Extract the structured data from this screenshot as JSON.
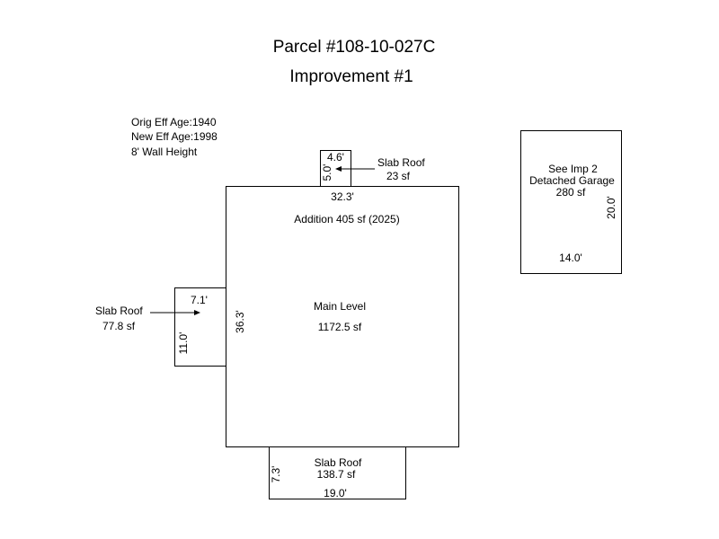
{
  "header": {
    "title": "Parcel #108-10-027C",
    "subtitle": "Improvement #1"
  },
  "notes": {
    "orig_eff_age": "Orig Eff Age:1940",
    "new_eff_age": "New Eff Age:1998",
    "wall_height": "8' Wall Height"
  },
  "main": {
    "name": "Main Level",
    "area": "1172.5 sf",
    "addition": "Addition 405 sf (2025)",
    "width_dim": "32.3'",
    "height_dim": "36.3'"
  },
  "top_slab": {
    "name": "Slab Roof",
    "area": "23 sf",
    "width_dim": "4.6'",
    "height_dim": "5.0'"
  },
  "left_slab": {
    "name": "Slab Roof",
    "area": "77.8 sf",
    "width_dim": "7.1'",
    "height_dim": "11.0'"
  },
  "bottom_slab": {
    "name": "Slab Roof",
    "area": "138.7 sf",
    "width_dim": "19.0'",
    "height_dim": "7.3'"
  },
  "garage": {
    "line1": "See Imp 2",
    "line2": "Detached Garage",
    "area": "280 sf",
    "width_dim": "14.0'",
    "height_dim": "20.0'"
  }
}
